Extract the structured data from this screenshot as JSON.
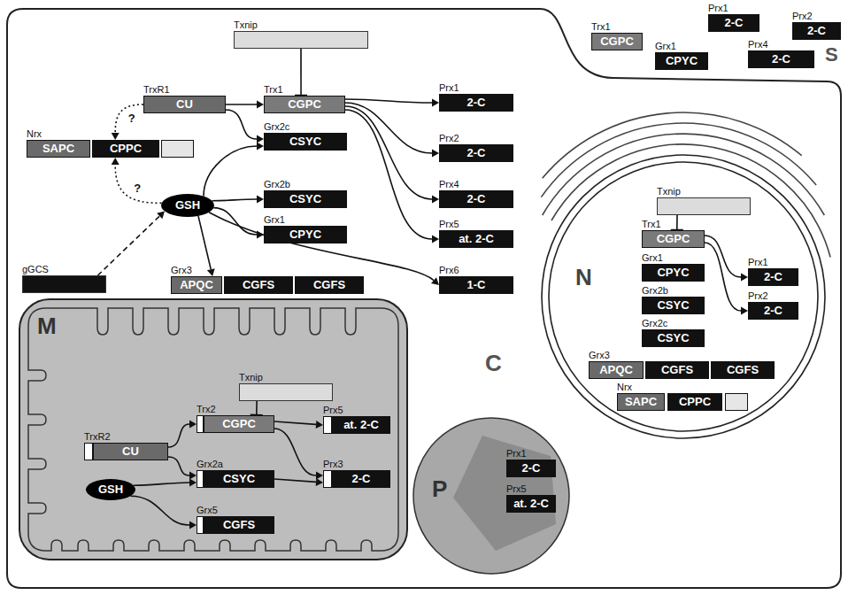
{
  "diagram": {
    "nodes": [
      {
        "text": [
          "C"
        ]
      },
      {
        "text": [
          "Txnip"
        ],
        "in": 0
      },
      {
        "text": [
          "TrxR1",
          "CU"
        ],
        "in": 0
      },
      {
        "text": [
          "Trx1",
          "CGPC"
        ],
        "in": 0
      },
      {
        "text": [
          "Prx1",
          "2-C"
        ],
        "in": 0
      },
      {
        "text": [
          "Nrx",
          "SAPC",
          "CPPC"
        ],
        "in": 0
      },
      {
        "text": [
          "Grx2c",
          "CSYC"
        ],
        "in": 0
      },
      {
        "text": [
          "Prx2",
          "2-C"
        ],
        "in": 0
      },
      {
        "text": [
          "Grx2b",
          "CSYC"
        ],
        "in": 0
      },
      {
        "text": [
          "Prx4",
          "2-C"
        ],
        "in": 0
      },
      {
        "text": [
          "GSH"
        ],
        "in": 0
      },
      {
        "text": [
          "Grx1",
          "CPYC"
        ],
        "in": 0
      },
      {
        "text": [
          "Prx5",
          "at. 2-C"
        ],
        "in": 0
      },
      {
        "text": [
          "gGCS"
        ],
        "in": 0
      },
      {
        "text": [
          "Grx3",
          "APQC",
          "CGFS",
          "CGFS"
        ],
        "in": 0
      },
      {
        "text": [
          "Prx6",
          "1-C"
        ],
        "in": 0
      },
      {
        "text": [
          "N"
        ],
        "in": 0
      },
      {
        "text": [
          "Txnip"
        ],
        "in": 16
      },
      {
        "text": [
          "Trx1",
          "CGPC"
        ],
        "in": 16
      },
      {
        "text": [
          "Prx1",
          "2-C"
        ],
        "in": 16
      },
      {
        "text": [
          "Grx1",
          "CPYC"
        ],
        "in": 16
      },
      {
        "text": [
          "Prx2",
          "2-C"
        ],
        "in": 16
      },
      {
        "text": [
          "Grx2b",
          "CSYC"
        ],
        "in": 16
      },
      {
        "text": [
          "Grx2c",
          "CSYC"
        ],
        "in": 16
      },
      {
        "text": [
          "Grx3",
          "APQC",
          "CGFS",
          "CGFS"
        ],
        "in": 16
      },
      {
        "text": [
          "Nrx",
          "SAPC",
          "CPPC"
        ],
        "in": 16
      },
      {
        "text": [
          "M"
        ],
        "in": 0
      },
      {
        "text": [
          "Txnip"
        ],
        "in": 26
      },
      {
        "text": [
          "TrxR2",
          "CU"
        ],
        "in": 26
      },
      {
        "text": [
          "Trx2",
          "CGPC"
        ],
        "in": 26
      },
      {
        "text": [
          "Prx5",
          "at. 2-C"
        ],
        "in": 26
      },
      {
        "text": [
          "Grx2a",
          "CSYC"
        ],
        "in": 26
      },
      {
        "text": [
          "Prx3",
          "2-C"
        ],
        "in": 26
      },
      {
        "text": [
          "GSH"
        ],
        "in": 26
      },
      {
        "text": [
          "Grx5",
          "CGFS"
        ],
        "in": 26
      },
      {
        "text": [
          "P"
        ],
        "in": 0
      },
      {
        "text": [
          "Prx1",
          "2-C"
        ],
        "in": 35
      },
      {
        "text": [
          "Prx5",
          "at. 2-C"
        ],
        "in": 35
      },
      {
        "text": [
          "Trx1",
          "CGPC"
        ]
      },
      {
        "text": [
          "Grx1",
          "CPYC"
        ]
      },
      {
        "text": [
          "Prx1",
          "2-C"
        ]
      },
      {
        "text": [
          "Prx4",
          "2-C"
        ]
      },
      {
        "text": [
          "Prx2",
          "2-C"
        ]
      }
    ],
    "edges": [
      {
        "from": 1,
        "to": 3,
        "arrow": "to"
      },
      {
        "from": 2,
        "to": 3,
        "arrow": "to"
      },
      {
        "from": 2,
        "to": 6,
        "arrow": "to"
      },
      {
        "from": 2,
        "to": 5,
        "label": "?",
        "arrow": "to"
      },
      {
        "from": 10,
        "to": 5,
        "label": "?",
        "arrow": "to"
      },
      {
        "from": 13,
        "to": 10,
        "arrow": "to"
      },
      {
        "from": 10,
        "to": 6,
        "arrow": "to"
      },
      {
        "from": 10,
        "to": 8,
        "arrow": "to"
      },
      {
        "from": 10,
        "to": 11,
        "arrow": "to"
      },
      {
        "from": 10,
        "to": 14,
        "arrow": "to"
      },
      {
        "from": 10,
        "to": 15,
        "arrow": "to"
      },
      {
        "from": 3,
        "to": 4,
        "arrow": "to"
      },
      {
        "from": 3,
        "to": 7,
        "arrow": "to"
      },
      {
        "from": 3,
        "to": 9,
        "arrow": "to"
      },
      {
        "from": 3,
        "to": 12,
        "arrow": "to"
      },
      {
        "from": 17,
        "to": 18,
        "arrow": "to"
      },
      {
        "from": 18,
        "to": 19,
        "arrow": "to"
      },
      {
        "from": 18,
        "to": 21,
        "arrow": "to"
      },
      {
        "from": 27,
        "to": 29,
        "arrow": "to"
      },
      {
        "from": 28,
        "to": 29,
        "arrow": "to"
      },
      {
        "from": 28,
        "to": 31,
        "arrow": "to"
      },
      {
        "from": 33,
        "to": 31,
        "arrow": "to"
      },
      {
        "from": 33,
        "to": 34,
        "arrow": "to"
      },
      {
        "from": 29,
        "to": 30,
        "arrow": "to"
      },
      {
        "from": 29,
        "to": 32,
        "arrow": "to"
      },
      {
        "from": 31,
        "to": 32,
        "arrow": "to"
      }
    ],
    "labels": [
      "S"
    ]
  }
}
